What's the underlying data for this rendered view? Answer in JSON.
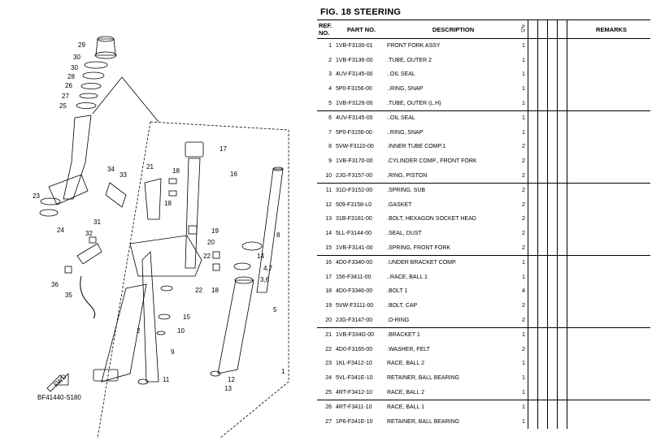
{
  "figure": {
    "title": "FIG. 18  STEERING"
  },
  "columns": {
    "ref": "REF.\nNO.",
    "part": "PART NO.",
    "desc": "DESCRIPTION",
    "qty": "Q'ty",
    "remarks": "REMARKS"
  },
  "parts": [
    {
      "ref": "1",
      "part": "1VB-F3100-01",
      "desc": "FRONT FORK ASSY",
      "qty": "1"
    },
    {
      "ref": "2",
      "part": "1VB-F3136-00",
      "desc": ".TUBE, OUTER 2",
      "qty": "1"
    },
    {
      "ref": "3",
      "part": "4UV-F3145-00",
      "desc": "..OIL SEAL",
      "qty": "1"
    },
    {
      "ref": "4",
      "part": "5P0-F3156-00",
      "desc": "..RING, SNAP",
      "qty": "1"
    },
    {
      "ref": "5",
      "part": "1VB-F3126-00",
      "desc": ".TUBE, OUTER (L.H)",
      "qty": "1"
    },
    {
      "ref": "6",
      "part": "4UV-F3145-00",
      "desc": "..OIL SEAL",
      "qty": "1"
    },
    {
      "ref": "7",
      "part": "5P0-F3156-00",
      "desc": "..RING, SNAP",
      "qty": "1"
    },
    {
      "ref": "8",
      "part": "5VW-F3110-00",
      "desc": ".INNER TUBE COMP.1",
      "qty": "2"
    },
    {
      "ref": "9",
      "part": "1VB-F3170-00",
      "desc": ".CYLINDER COMP., FRONT FORK",
      "qty": "2"
    },
    {
      "ref": "10",
      "part": "2JG-F3157-00",
      "desc": ".RING, PISTON",
      "qty": "2"
    },
    {
      "ref": "11",
      "part": "31D-F3152-00",
      "desc": ".SPRING, SUB",
      "qty": "2"
    },
    {
      "ref": "12",
      "part": "509-F3158-L0",
      "desc": ".GASKET",
      "qty": "2"
    },
    {
      "ref": "13",
      "part": "31B-F3181-00",
      "desc": ".BOLT, HEXAGON SOCKET HEAD",
      "qty": "2"
    },
    {
      "ref": "14",
      "part": "5LL-F3144-00",
      "desc": ".SEAL, DUST",
      "qty": "2"
    },
    {
      "ref": "15",
      "part": "1VB-F3141-00",
      "desc": ".SPRING, FRONT FORK",
      "qty": "2"
    },
    {
      "ref": "16",
      "part": "4D0-F3340-00",
      "desc": ".UNDER BRACKET COMP.",
      "qty": "1"
    },
    {
      "ref": "17",
      "part": "156-F3411-00",
      "desc": "..RACE, BALL 1",
      "qty": "1"
    },
    {
      "ref": "18",
      "part": "4D0-F3346-00",
      "desc": ".BOLT 1",
      "qty": "4"
    },
    {
      "ref": "19",
      "part": "5VW-F3111-00",
      "desc": ".BOLT, CAP",
      "qty": "2"
    },
    {
      "ref": "20",
      "part": "2JG-F3147-00",
      "desc": ".O-RING",
      "qty": "2"
    },
    {
      "ref": "21",
      "part": "1VB-F334G-00",
      "desc": ".BRACKET 1",
      "qty": "1"
    },
    {
      "ref": "22",
      "part": "4D0-F3165-00",
      "desc": ".WASHER, FELT",
      "qty": "2"
    },
    {
      "ref": "23",
      "part": "1KL-F3412-10",
      "desc": "RACE, BALL 2",
      "qty": "1"
    },
    {
      "ref": "24",
      "part": "5VL-F341E-10",
      "desc": "RETAINER, BALL BEARING",
      "qty": "1"
    },
    {
      "ref": "25",
      "part": "4RT-F3412-10",
      "desc": "RACE, BALL 2",
      "qty": "1"
    },
    {
      "ref": "26",
      "part": "4RT-F3411-10",
      "desc": "RACE, BALL 1",
      "qty": "1"
    },
    {
      "ref": "27",
      "part": "1P6-F341E-10",
      "desc": "RETAINER, BALL BEARING",
      "qty": "1"
    }
  ],
  "diagram": {
    "code": "BF41440-S180",
    "fwd": "FWD",
    "callouts": [
      "29",
      "30",
      "30",
      "28",
      "26",
      "27",
      "25",
      "23",
      "24",
      "34",
      "33",
      "21",
      "18",
      "18",
      "17",
      "16",
      "31",
      "32",
      "36",
      "35",
      "19",
      "20",
      "22",
      "22",
      "18",
      "14",
      "4,7",
      "3,6",
      "8",
      "2",
      "15",
      "10",
      "9",
      "11",
      "12",
      "13",
      "5",
      "1"
    ]
  },
  "colors": {
    "ink": "#000000",
    "paper": "#ffffff"
  }
}
